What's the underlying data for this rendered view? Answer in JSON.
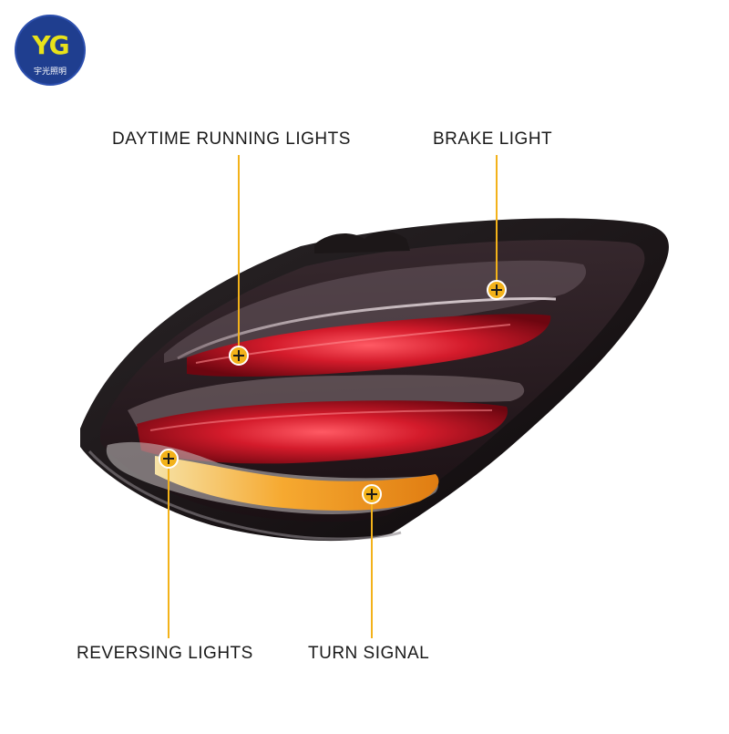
{
  "logo": {
    "mark": "YG",
    "name": "宇光照明"
  },
  "callouts": {
    "daytime_running_lights": "DAYTIME RUNNING LIGHTS",
    "brake_light": "BRAKE LIGHT",
    "reversing_lights": "REVERSING LIGHTS",
    "turn_signal": "TURN SIGNAL"
  },
  "colors": {
    "accent": "#f3b21a",
    "logo_bg": "#1f3e8f",
    "logo_mark": "#e8e21a",
    "red_light": "#c8101e",
    "amber_light": "#f2a626"
  }
}
